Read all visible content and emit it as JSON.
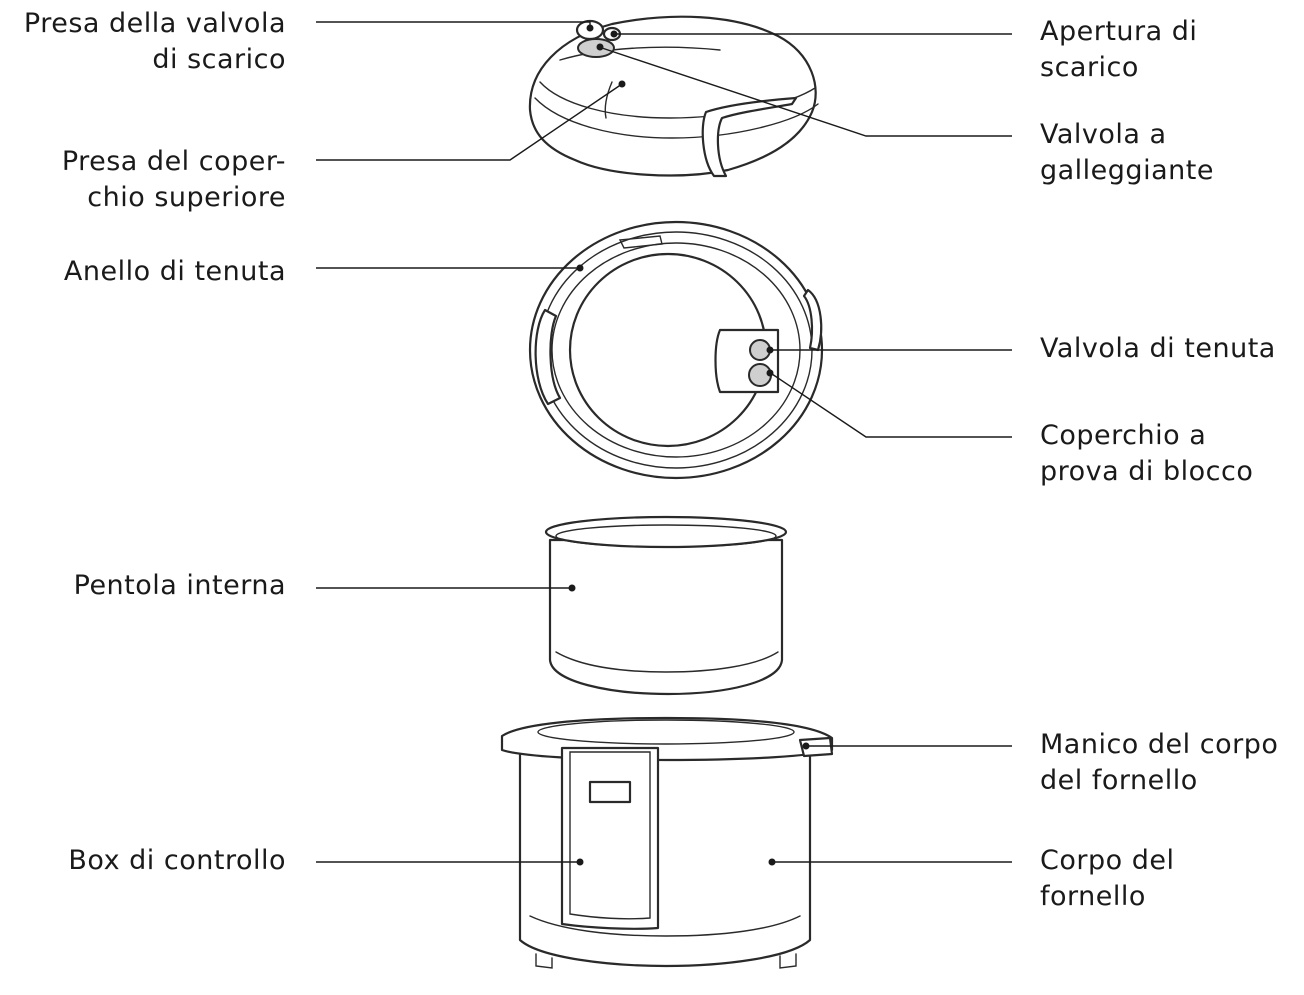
{
  "labels": {
    "steam_release_handle": [
      "Presa della valvola",
      "di scarico"
    ],
    "lid_handle": [
      "Presa del coper-",
      "chio superiore"
    ],
    "sealing_ring": [
      "Anello di tenuta"
    ],
    "inner_pot": [
      "Pentola interna"
    ],
    "control_box": [
      "Box di controllo"
    ],
    "steam_release_opening": [
      "Apertura di",
      "scarico"
    ],
    "float_valve": [
      "Valvola a",
      "galleggiante"
    ],
    "sealing_valve": [
      "Valvola di tenuta"
    ],
    "anti_block_shield": [
      "Coperchio a",
      "prova di blocco"
    ],
    "cooker_base_handle": [
      "Manico del corpo",
      "del fornello"
    ],
    "cooker_base": [
      "Corpo del",
      "fornello"
    ]
  }
}
